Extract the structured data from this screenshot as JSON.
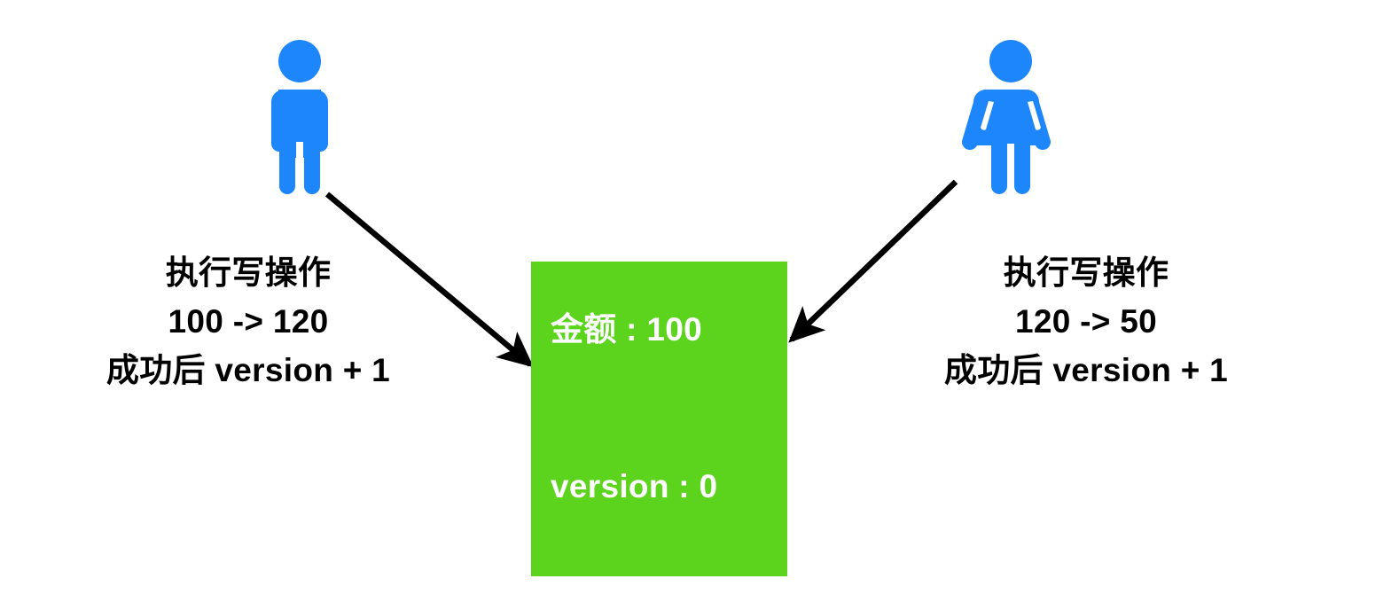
{
  "diagram": {
    "title": "optimistic-lock-concurrent-write",
    "background_color": "#ffffff",
    "actor_color": "#1e86fb",
    "resource_color": "#5cd41d",
    "text_color": "#000000",
    "resource_text_color": "#ffffff",
    "arrow_color": "#000000"
  },
  "actors": [
    {
      "id": "actor-left",
      "icon": "person-male-icon",
      "side": "left"
    },
    {
      "id": "actor-right",
      "icon": "person-female-icon",
      "side": "right"
    }
  ],
  "notes": {
    "left": {
      "line1": "执行写操作",
      "line2": "100 -> 120",
      "line3": "成功后 version + 1"
    },
    "right": {
      "line1": "执行写操作",
      "line2": "120 -> 50",
      "line3": "成功后 version + 1"
    }
  },
  "resource": {
    "amount_label": "金额",
    "amount_value": "100",
    "amount_text": "金额 : 100",
    "version_label": "version",
    "version_value": "0",
    "version_text": "version : 0"
  },
  "arrows": [
    {
      "id": "arrow-left-to-resource",
      "from": "actor-left",
      "to": "resource",
      "direction": "down-right"
    },
    {
      "id": "arrow-right-to-resource",
      "from": "actor-right",
      "to": "resource",
      "direction": "down-left"
    }
  ]
}
